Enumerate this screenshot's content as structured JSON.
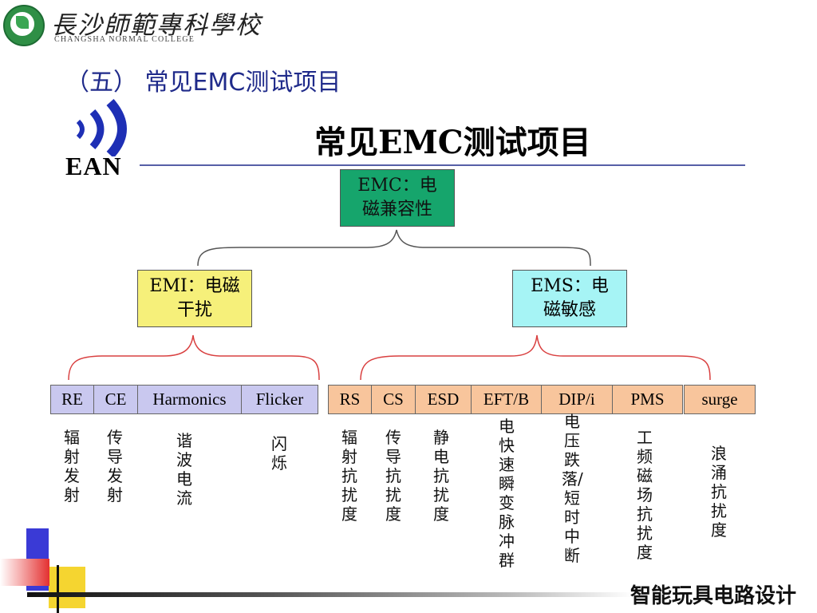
{
  "header": {
    "college_name_cn": "長沙師範專科學校",
    "college_name_en": "CHANGSHA  NORMAL  COLLEGE",
    "slide_title": "（五） 常见EMC测试项目"
  },
  "diagram": {
    "logo_text": "EAN",
    "title": "常见EMC测试项目",
    "root": {
      "line1": "EMC：电",
      "line2": "磁兼容性"
    },
    "emi": {
      "line1": "EMI：电磁",
      "line2": "干扰"
    },
    "ems": {
      "line1": "EMS：电",
      "line2": "磁敏感"
    },
    "emi_items": [
      {
        "code": "RE",
        "desc": "辐射发射"
      },
      {
        "code": "CE",
        "desc": "传导发射"
      },
      {
        "code": "Harmonics",
        "desc": "谐波电流"
      },
      {
        "code": "Flicker",
        "desc": "闪烁"
      }
    ],
    "ems_items": [
      {
        "code": "RS",
        "desc": "辐射抗扰度"
      },
      {
        "code": "CS",
        "desc": "传导抗扰度"
      },
      {
        "code": "ESD",
        "desc": "静电抗扰度"
      },
      {
        "code": "EFT/B",
        "desc": "电快速瞬变脉冲群"
      },
      {
        "code": "DIP/i",
        "desc": "电压跌落/短时中断"
      },
      {
        "code": "PMS",
        "desc": "工频磁场抗扰度"
      },
      {
        "code": "surge",
        "desc": "浪涌抗扰度"
      }
    ],
    "colors": {
      "root": "#16a56c",
      "emi": "#f6f07a",
      "ems": "#a6f4f5",
      "emi_cells": "#c9c8ef",
      "ems_cells": "#f8c59c",
      "brace_gray": "#555555",
      "brace_red": "#d94040",
      "title_blue": "#1f2a8a"
    }
  },
  "footer": {
    "text": "智能玩具电路设计"
  }
}
